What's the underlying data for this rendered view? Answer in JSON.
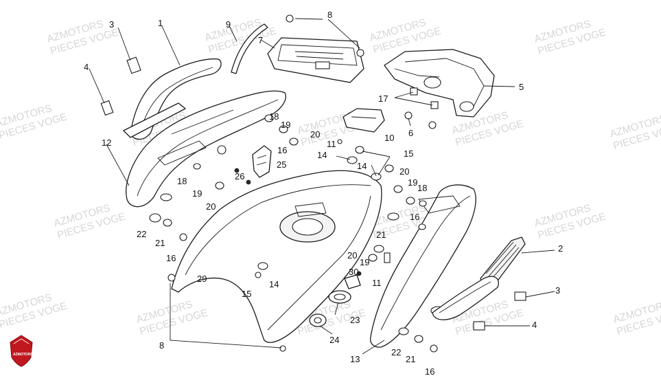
{
  "watermark": {
    "line1": "AZMOTORS",
    "line2": "PIECES VOGE"
  },
  "logo": {
    "text": "AZMOTORS",
    "color": "#c0181e"
  },
  "callouts": [
    {
      "id": "c1",
      "label": "1"
    },
    {
      "id": "c2",
      "label": "2"
    },
    {
      "id": "c3a",
      "label": "3"
    },
    {
      "id": "c3b",
      "label": "3"
    },
    {
      "id": "c4a",
      "label": "4"
    },
    {
      "id": "c4b",
      "label": "4"
    },
    {
      "id": "c5",
      "label": "5"
    },
    {
      "id": "c6",
      "label": "6"
    },
    {
      "id": "c7",
      "label": "7"
    },
    {
      "id": "c8a",
      "label": "8"
    },
    {
      "id": "c8b",
      "label": "8"
    },
    {
      "id": "c9",
      "label": "9"
    },
    {
      "id": "c10",
      "label": "10"
    },
    {
      "id": "c11a",
      "label": "11"
    },
    {
      "id": "c11b",
      "label": "11"
    },
    {
      "id": "c12",
      "label": "12"
    },
    {
      "id": "c13",
      "label": "13"
    },
    {
      "id": "c14a",
      "label": "14"
    },
    {
      "id": "c14b",
      "label": "14"
    },
    {
      "id": "c14c",
      "label": "14"
    },
    {
      "id": "c15a",
      "label": "15"
    },
    {
      "id": "c15b",
      "label": "15"
    },
    {
      "id": "c16a",
      "label": "16"
    },
    {
      "id": "c16b",
      "label": "16"
    },
    {
      "id": "c16c",
      "label": "16"
    },
    {
      "id": "c16d",
      "label": "16"
    },
    {
      "id": "c17",
      "label": "17"
    },
    {
      "id": "c18a",
      "label": "18"
    },
    {
      "id": "c18b",
      "label": "18"
    },
    {
      "id": "c18c",
      "label": "18"
    },
    {
      "id": "c19a",
      "label": "19"
    },
    {
      "id": "c19b",
      "label": "19"
    },
    {
      "id": "c19c",
      "label": "19"
    },
    {
      "id": "c19d",
      "label": "19"
    },
    {
      "id": "c20a",
      "label": "20"
    },
    {
      "id": "c20b",
      "label": "20"
    },
    {
      "id": "c20c",
      "label": "20"
    },
    {
      "id": "c20d",
      "label": "20"
    },
    {
      "id": "c21a",
      "label": "21"
    },
    {
      "id": "c21b",
      "label": "21"
    },
    {
      "id": "c21c",
      "label": "21"
    },
    {
      "id": "c22a",
      "label": "22"
    },
    {
      "id": "c22b",
      "label": "22"
    },
    {
      "id": "c23",
      "label": "23"
    },
    {
      "id": "c24",
      "label": "24"
    },
    {
      "id": "c25",
      "label": "25"
    },
    {
      "id": "c26",
      "label": "26"
    },
    {
      "id": "c29",
      "label": "29"
    },
    {
      "id": "c30",
      "label": "30"
    }
  ]
}
